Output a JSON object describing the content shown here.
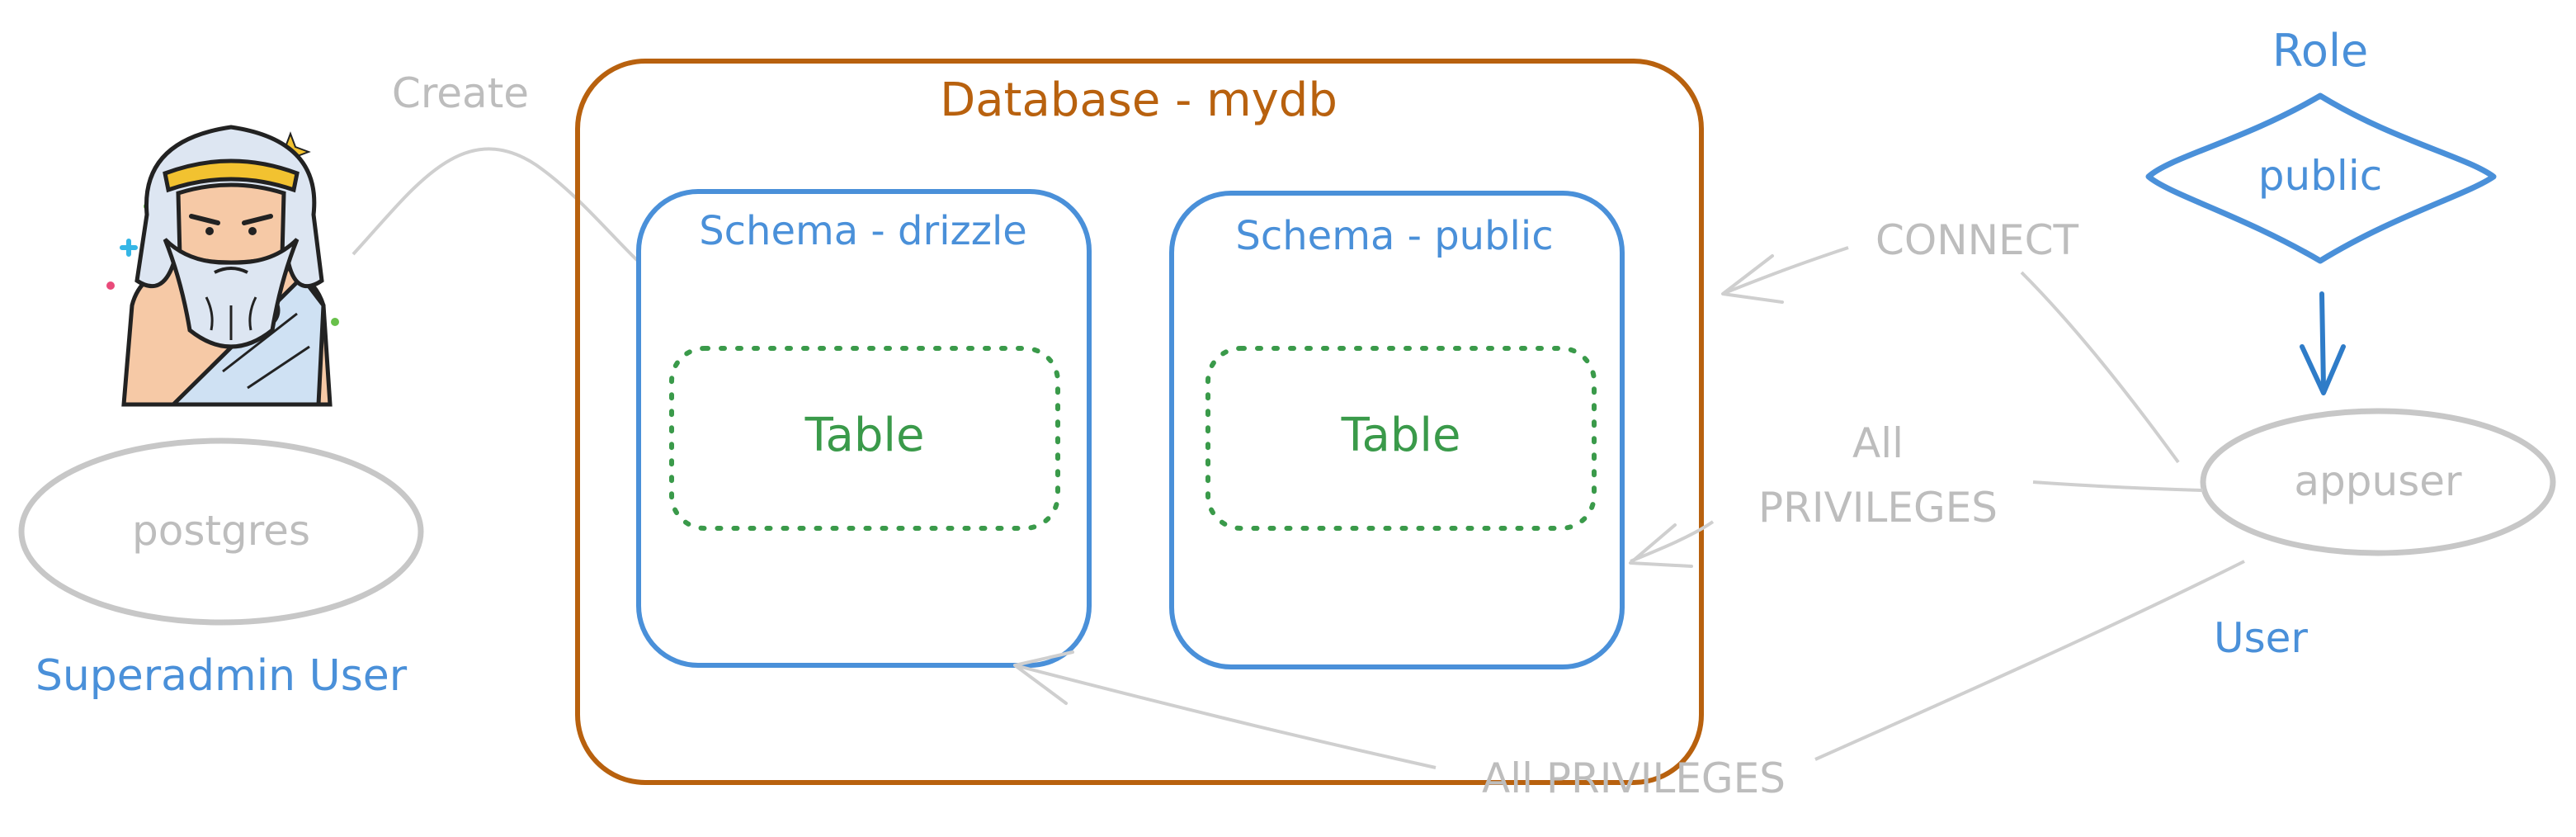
{
  "colors": {
    "database": "#b8610e",
    "schema": "#4a90d9",
    "table": "#3a9a4a",
    "muted": "#c7c7c7",
    "muted_text": "#bdbdbd"
  },
  "superadmin": {
    "avatar_icon": "zeus-avatar-icon",
    "ellipse_label": "postgres",
    "caption": "Superadmin User"
  },
  "create_label": "Create",
  "database": {
    "title": "Database - mydb",
    "schemas": [
      {
        "title": "Schema - drizzle",
        "table_label": "Table"
      },
      {
        "title": "Schema - public",
        "table_label": "Table"
      }
    ]
  },
  "role": {
    "title": "Role",
    "name": "public"
  },
  "user": {
    "ellipse_label": "appuser",
    "caption": "User"
  },
  "edges": {
    "connect": "CONNECT",
    "all_privileges_line1": "All",
    "all_privileges_line2": "PRIVILEGES",
    "all_privileges_bottom": "All PRIVILEGES"
  }
}
